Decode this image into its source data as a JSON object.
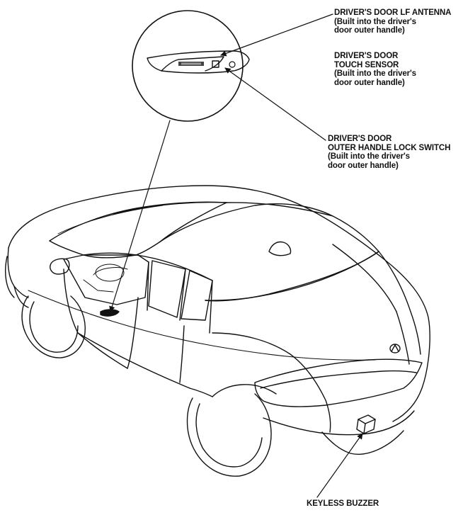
{
  "callouts": {
    "antenna": {
      "lines": [
        "DRIVER'S DOOR LF ANTENNA",
        "(Built into the driver's",
        "door outer handle)"
      ]
    },
    "touch_sensor": {
      "lines": [
        "DRIVER'S DOOR",
        "TOUCH SENSOR",
        "(Built into the driver's",
        "door outer handle)"
      ]
    },
    "lock_switch": {
      "lines": [
        "DRIVER'S DOOR",
        "OUTER HANDLE LOCK SWITCH",
        "(Built into the driver's",
        "door outer handle)"
      ]
    },
    "buzzer": {
      "lines": [
        "KEYLESS BUZZER"
      ]
    }
  },
  "colors": {
    "ink": "#111111",
    "background": "#ffffff"
  }
}
